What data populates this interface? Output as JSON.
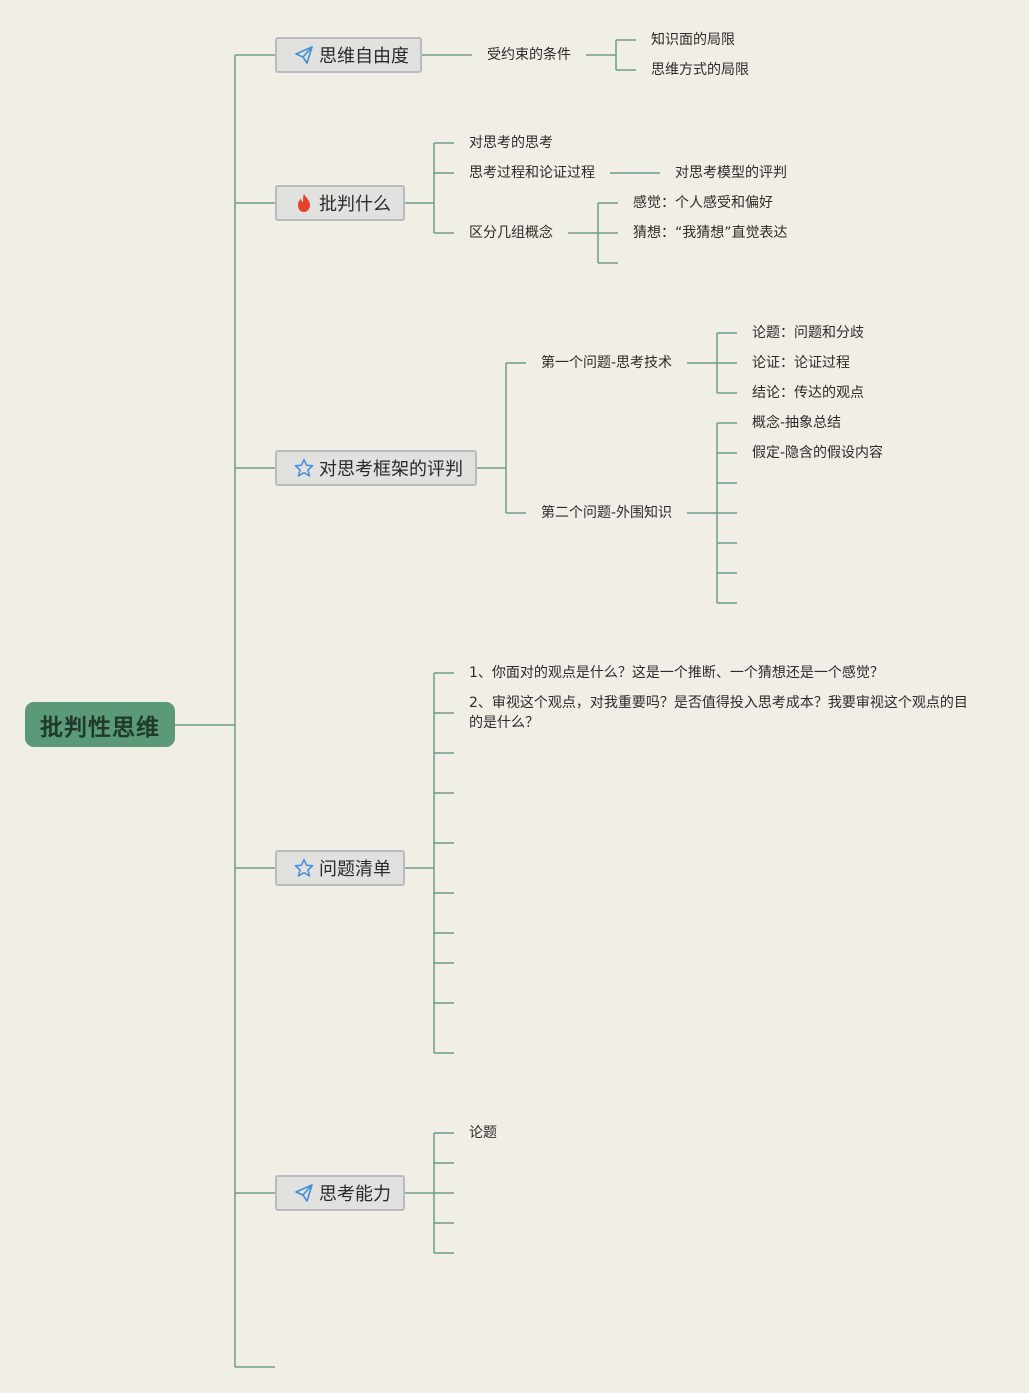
{
  "root": {
    "label": "批判性思维"
  },
  "branches": {
    "freedom": {
      "label": "思维自由度",
      "icon": "paper-plane-icon",
      "child": "受约束的条件",
      "grandchildren": [
        "知识面的局限",
        "思维方式的局限"
      ]
    },
    "critique": {
      "label": "批判什么",
      "icon": "fire-icon",
      "items": [
        "对思考的思考",
        "思考过程和论证过程",
        "区分几组概念"
      ],
      "process_child": "对思考模型的评判",
      "concepts": [
        "感觉：个人感受和偏好",
        "猜想：“我猜想”直觉表达"
      ]
    },
    "framework": {
      "label": "对思考框架的评判",
      "icon": "star-outline-icon",
      "q1": {
        "label": "第一个问题-思考技术",
        "items": [
          "论题：问题和分歧",
          "论证：论证过程",
          "结论：传达的观点"
        ]
      },
      "q2": {
        "label": "第二个问题-外围知识",
        "items": [
          "概念-抽象总结",
          "假定-隐含的假设内容"
        ]
      }
    },
    "checklist": {
      "label": "问题清单",
      "icon": "star-outline-icon",
      "items": [
        "1、你面对的观点是什么？这是一个推断、一个猜想还是一个感觉？",
        "2、审视这个观点，对我重要吗？是否值得投入思考成本？我要审视这个观点的目的是什么？"
      ]
    },
    "ability": {
      "label": "思考能力",
      "icon": "paper-plane-icon",
      "items": [
        "论题"
      ]
    }
  },
  "colors": {
    "background": "#f1eee5",
    "connector": "#6d9e8c",
    "root_fill": "#5a9a78",
    "branch_fill": "#e1e1df",
    "fire": "#e8412c",
    "icon_blue": "#3f8fd8"
  }
}
